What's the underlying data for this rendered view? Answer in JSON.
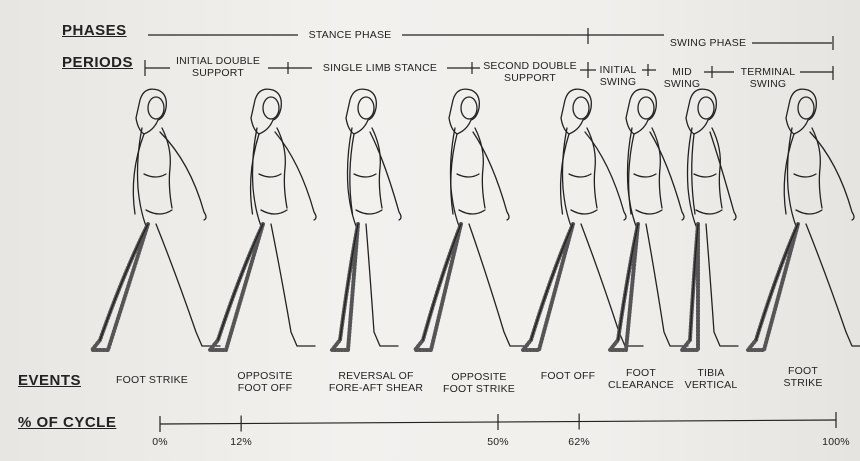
{
  "headers": {
    "phases": "PHASES",
    "periods": "PERIODS",
    "events": "EVENTS",
    "cycle": "% OF CYCLE"
  },
  "phases": {
    "stance": "STANCE PHASE",
    "swing": "SWING PHASE"
  },
  "periods": {
    "initial_double_support": [
      "INITIAL DOUBLE",
      "SUPPORT"
    ],
    "single_limb_stance": "SINGLE LIMB STANCE",
    "second_double_support": [
      "SECOND DOUBLE",
      "SUPPORT"
    ],
    "initial_swing": [
      "INITIAL",
      "SWING"
    ],
    "mid_swing": [
      "MID",
      "SWING"
    ],
    "terminal_swing": [
      "TERMINAL",
      "SWING"
    ]
  },
  "events": {
    "foot_strike_1": [
      "FOOT STRIKE"
    ],
    "opposite_foot_off": [
      "OPPOSITE",
      "FOOT OFF"
    ],
    "reversal": [
      "REVERSAL OF",
      "FORE-AFT SHEAR"
    ],
    "opposite_foot_strike": [
      "OPPOSITE",
      "FOOT STRIKE"
    ],
    "foot_off": [
      "FOOT OFF"
    ],
    "foot_clearance": [
      "FOOT",
      "CLEARANCE"
    ],
    "tibia_vertical": [
      "TIBIA",
      "VERTICAL"
    ],
    "foot_strike_2": [
      "FOOT",
      "STRIKE"
    ]
  },
  "cycle_ticks": [
    {
      "label": "0%",
      "value": 0
    },
    {
      "label": "12%",
      "value": 12
    },
    {
      "label": "50%",
      "value": 50
    },
    {
      "label": "62%",
      "value": 62
    },
    {
      "label": "100%",
      "value": 100
    }
  ],
  "ink_color": "#222222",
  "stipple_color": "#555555"
}
